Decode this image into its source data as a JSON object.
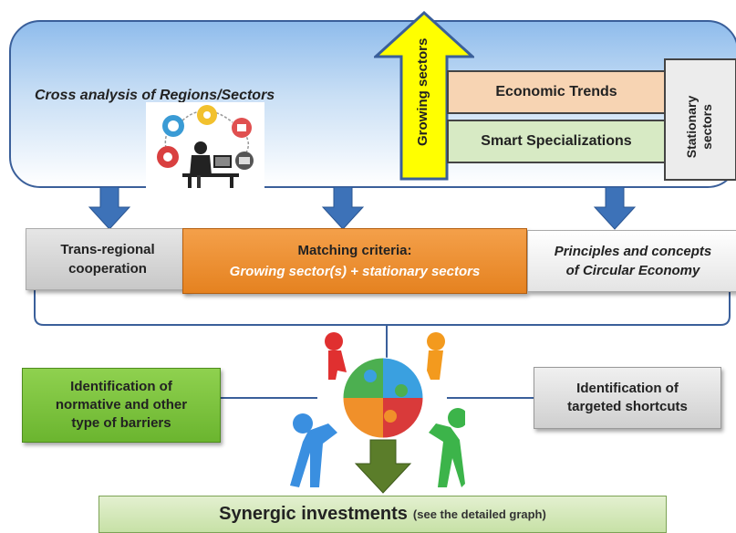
{
  "top": {
    "title": "Cross analysis of Regions/Sectors",
    "growing_label": "Growing sectors",
    "economic_trends": "Economic Trends",
    "smart_specializations": "Smart  Specializations",
    "stationary_line1": "Stationary",
    "stationary_line2": "sectors"
  },
  "middle": {
    "trans_line1": "Trans-regional",
    "trans_line2": "cooperation",
    "matching_line1": "Matching criteria:",
    "matching_line2": "Growing sector(s) + stationary sectors",
    "circular_line1": "Principles and concepts",
    "circular_line2": "of Circular Economy"
  },
  "lower": {
    "normative_line1": "Identification of",
    "normative_line2": "normative and other",
    "normative_line3": "type of barriers",
    "shortcuts_line1": "Identification of",
    "shortcuts_line2": "targeted shortcuts"
  },
  "bottom": {
    "main": "Synergic investments",
    "note": "(see the detailed graph)"
  },
  "colors": {
    "panel_border": "#3a5f9a",
    "arrow_blue": "#3d72b8",
    "growing_arrow": "#ffff00",
    "economic_fill": "#f7d4b3",
    "smart_fill": "#d7eac4",
    "matching_fill": "#e58220",
    "normative_fill": "#7cc43e",
    "synergy_fill": "#d4e8ba",
    "down_arrow_green": "#5b7d2a"
  },
  "icons": [
    "people-puzzle-icon",
    "person-at-computer-icon"
  ]
}
